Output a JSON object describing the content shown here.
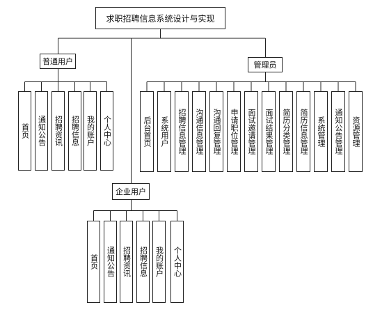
{
  "diagram": {
    "root": {
      "label": "求职招聘信息系统设计与实现"
    },
    "groups": {
      "normal_user": {
        "label": "普通用户",
        "children": [
          "首页",
          "通知公告",
          "招聘资讯",
          "招聘信息",
          "我的账户",
          "个人中心"
        ]
      },
      "admin": {
        "label": "管理员",
        "children": [
          "后台首页",
          "系统用户",
          "招聘信息管理",
          "沟通信息管理",
          "沟通回复管理",
          "申请职位管理",
          "面试邀请管理",
          "面试结果管理",
          "简历分类管理",
          "简历信息管理",
          "系统管理",
          "通知公告管理",
          "资源管理"
        ]
      },
      "company_user": {
        "label": "企业用户",
        "children": [
          "首页",
          "通知公告",
          "招聘资讯",
          "招聘信息",
          "我的账户",
          "个人中心"
        ]
      }
    }
  }
}
